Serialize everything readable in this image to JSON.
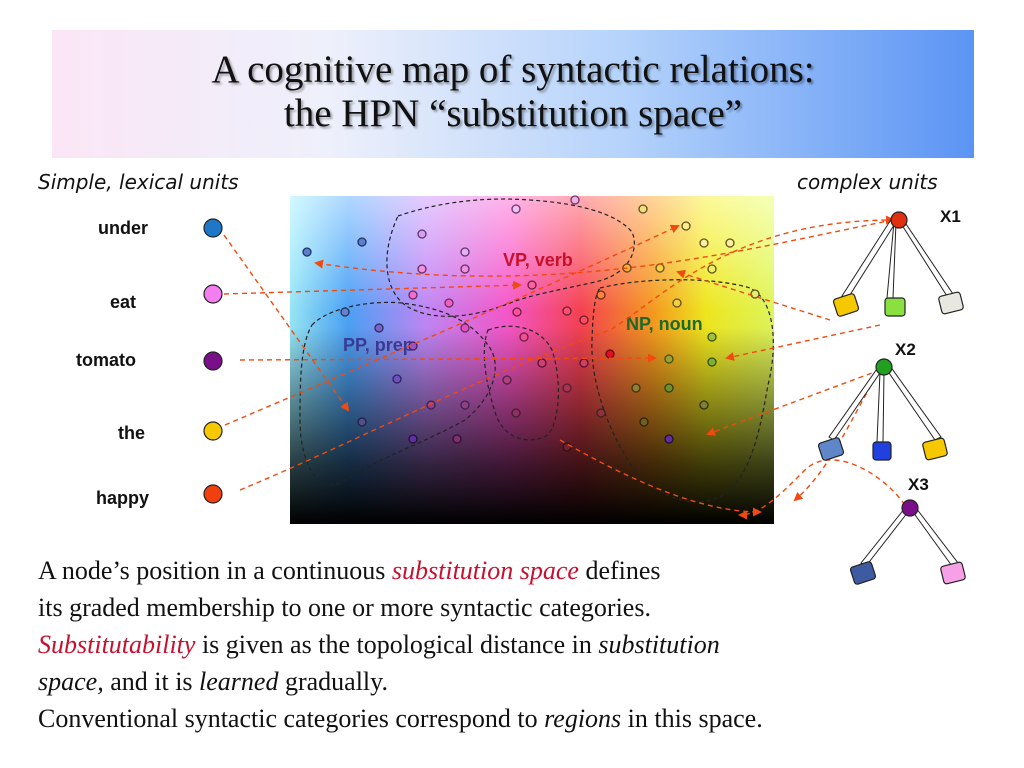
{
  "title": {
    "line1": "A cognitive map of syntactic relations:",
    "line2": "the HPN “substitution space”"
  },
  "labels": {
    "simple": "Simple, lexical units",
    "complex": "complex units"
  },
  "regions": {
    "vp": "VP, verb",
    "np": "NP, noun",
    "pp": "PP, prep"
  },
  "lexical_units": [
    {
      "word": "under",
      "color": "#1f77c8"
    },
    {
      "word": "eat",
      "color": "#f27ef0"
    },
    {
      "word": "tomato",
      "color": "#7a0f8a"
    },
    {
      "word": "the",
      "color": "#f5c800"
    },
    {
      "word": "happy",
      "color": "#f04010"
    }
  ],
  "complex_units": [
    {
      "name": "X1",
      "node_color": "#e03010",
      "leaf_colors": [
        "#f5c800",
        "#8ae040",
        "#e8e8e0"
      ]
    },
    {
      "name": "X2",
      "node_color": "#22a020",
      "leaf_colors": [
        "#5e86c8",
        "#2040e0",
        "#f5c800"
      ]
    },
    {
      "name": "X3",
      "node_color": "#7a0f8a",
      "leaf_colors": [
        "#3e5aa0",
        "#f7a0e8"
      ]
    }
  ],
  "body": {
    "l1a": "A node’s position in a continuous ",
    "l1b": "substitution space",
    "l1c": " defines",
    "l2": "its graded membership to one or more syntactic categories.",
    "l3a": "Substitutability",
    "l3b": " is given as the topological distance in ",
    "l3c": "substitution",
    "l4a": "space,",
    "l4b": " and it is ",
    "l4c": "learned",
    "l4d": " gradually.",
    "l5a": "Conventional syntactic categories correspond to ",
    "l5b": "regions",
    "l5c": " in this space."
  },
  "colors": {
    "arrow": "#f04a10",
    "region_vp": "#c8102e",
    "region_np": "#1a6a28",
    "region_pp": "#3a3a96"
  }
}
